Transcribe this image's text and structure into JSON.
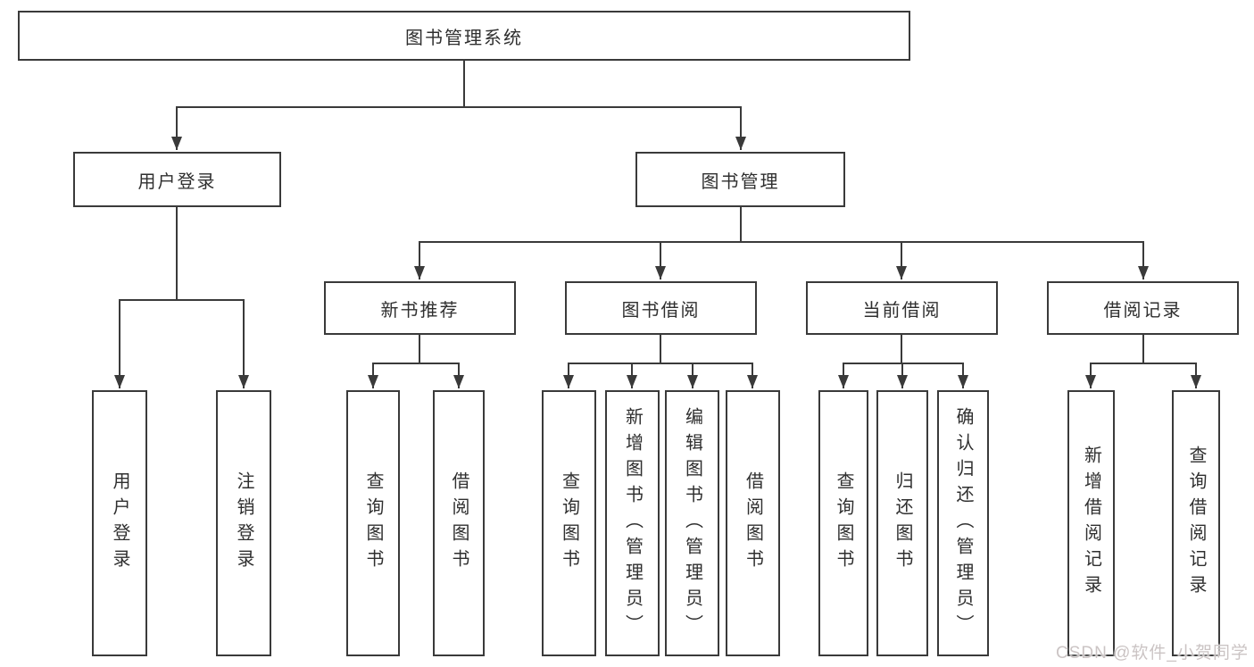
{
  "tree": {
    "label": "图书管理系统",
    "children": [
      {
        "label": "用户登录",
        "children": [
          {
            "label": "用户登录"
          },
          {
            "label": "注销登录"
          }
        ]
      },
      {
        "label": "图书管理",
        "children": [
          {
            "label": "新书推荐",
            "children": [
              {
                "label": "查询图书"
              },
              {
                "label": "借阅图书"
              }
            ]
          },
          {
            "label": "图书借阅",
            "children": [
              {
                "label": "查询图书"
              },
              {
                "label": "新增图书（管理员）"
              },
              {
                "label": "编辑图书（管理员）"
              },
              {
                "label": "借阅图书"
              }
            ]
          },
          {
            "label": "当前借阅",
            "children": [
              {
                "label": "查询图书"
              },
              {
                "label": "归还图书"
              },
              {
                "label": "确认归还（管理员）"
              }
            ]
          },
          {
            "label": "借阅记录",
            "children": [
              {
                "label": "新增借阅记录"
              },
              {
                "label": "查询借阅记录"
              }
            ]
          }
        ]
      }
    ]
  },
  "watermark": {
    "text": "CSDN @软件_小贺同学"
  },
  "colors": {
    "line": "#3a3a3a",
    "box_border": "#3a3a3a",
    "text": "#2f2f2f",
    "background": "#ffffff",
    "watermark": "#cbc4c4"
  }
}
